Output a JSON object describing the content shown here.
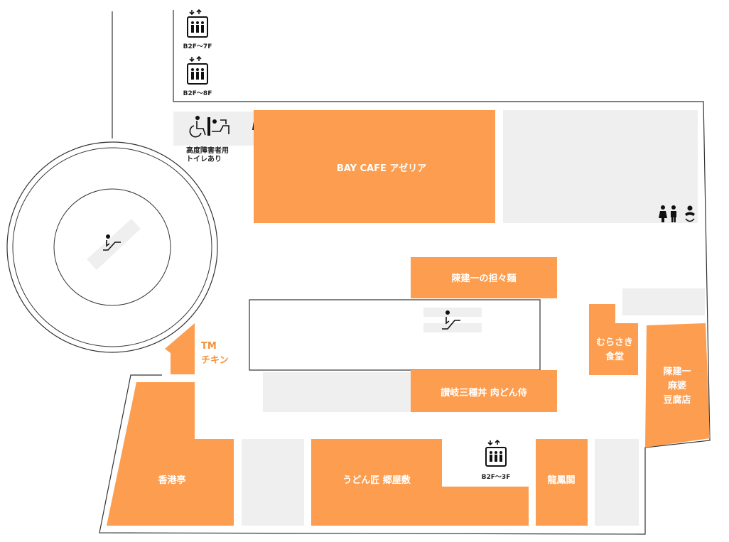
{
  "colors": {
    "shop": "#fc9d4f",
    "facility": "#efefef",
    "wall": "#333333",
    "label_on_shop": "#ffffff",
    "label_orange": "#f4913c"
  },
  "shops": {
    "bay_cafe": "BAY CAFE アゼリア",
    "chen_tantan": "陳建一の担々麺",
    "tm_chicken_line1": "TM",
    "tm_chicken_line2": "チキン",
    "murasaki_line1": "むらさき",
    "murasaki_line2": "食堂",
    "sanuki": "讃岐三種丼 肉どん侍",
    "chen_mabo_line1": "陳建一",
    "chen_mabo_line2": "麻婆",
    "chen_mabo_line3": "豆腐店",
    "koukoutei": "香港亭",
    "udon": "うどん匠 郷屋敷",
    "ryuhoukaku": "龍鳳閣"
  },
  "elevators": {
    "elevator_1_floors": "B2F〜7F",
    "elevator_2_floors": "B2F〜8F",
    "elevator_3_floors": "B2F〜3F"
  },
  "restrooms": {
    "accessible_line1": "高度障害者用",
    "accessible_line2": "トイレあり"
  },
  "icons": [
    "elevator-icon",
    "escalator-icon",
    "wheelchair-icon",
    "ostomate-icon",
    "restroom-icon",
    "baby-changing-icon"
  ]
}
